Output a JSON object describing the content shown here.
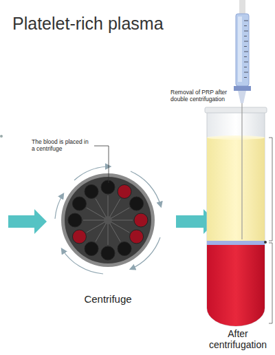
{
  "diagram": {
    "title": "Platelet-rich plasma",
    "labels": [
      "The blood is placed in a centrifuge",
      "Centrifuge",
      "Removal of PRP after double centrifugation",
      "After centrifugation"
    ]
  }
}
